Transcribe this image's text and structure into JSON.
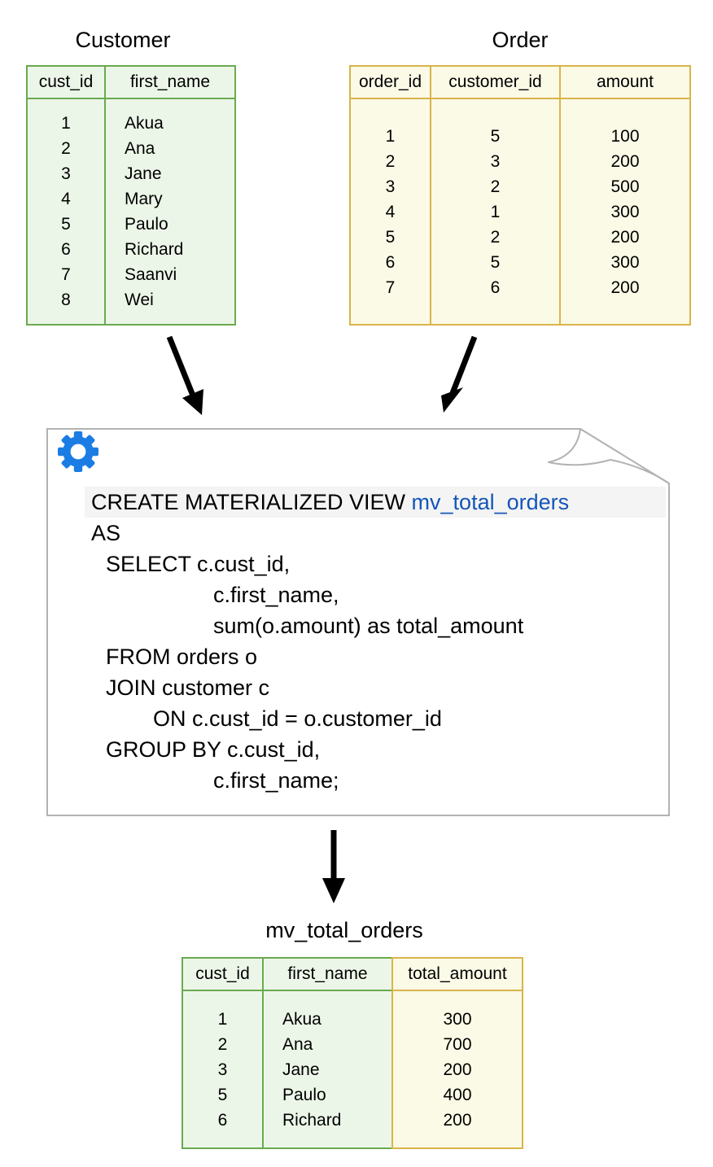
{
  "diagram": {
    "customer_table": {
      "title": "Customer",
      "headers": [
        "cust_id",
        "first_name"
      ],
      "cust_id": [
        "1",
        "2",
        "3",
        "4",
        "5",
        "6",
        "7",
        "8"
      ],
      "first_name": [
        "Akua",
        "Ana",
        "Jane",
        "Mary",
        "Paulo",
        "Richard",
        "Saanvi",
        "Wei"
      ]
    },
    "order_table": {
      "title": "Order",
      "headers": [
        "order_id",
        "customer_id",
        "amount"
      ],
      "order_id": [
        "1",
        "2",
        "3",
        "4",
        "5",
        "6",
        "7"
      ],
      "customer_id": [
        "5",
        "3",
        "2",
        "1",
        "2",
        "5",
        "6"
      ],
      "amount": [
        "100",
        "200",
        "500",
        "300",
        "200",
        "300",
        "200"
      ]
    },
    "sql_card": {
      "icon": "gear-icon",
      "line1_keyword": "CREATE MATERIALIZED VIEW ",
      "line1_identifier": "mv_total_orders",
      "lines": [
        "AS",
        "SELECT c.cust_id,",
        "c.first_name,",
        "sum(o.amount) as total_amount",
        "FROM orders o",
        "JOIN customer c",
        "ON c.cust_id = o.customer_id",
        "GROUP BY c.cust_id,",
        "c.first_name;"
      ]
    },
    "result_table": {
      "title": "mv_total_orders",
      "headers": [
        "cust_id",
        "first_name",
        "total_amount"
      ],
      "cust_id": [
        "1",
        "2",
        "3",
        "5",
        "6"
      ],
      "first_name": [
        "Akua",
        "Ana",
        "Jane",
        "Paulo",
        "Richard"
      ],
      "total_amount": [
        "300",
        "700",
        "200",
        "400",
        "200"
      ]
    },
    "colors": {
      "green_border": "#6aaa50",
      "green_fill": "#ecf6e8",
      "gold_border": "#d9b44a",
      "gold_fill": "#fbfae6",
      "card_border": "#b2b2b2",
      "highlight_fill": "#f4f4f4",
      "identifier_blue": "#1456b8",
      "gear_blue": "#1b7ce4",
      "arrow_black": "#000000"
    }
  }
}
